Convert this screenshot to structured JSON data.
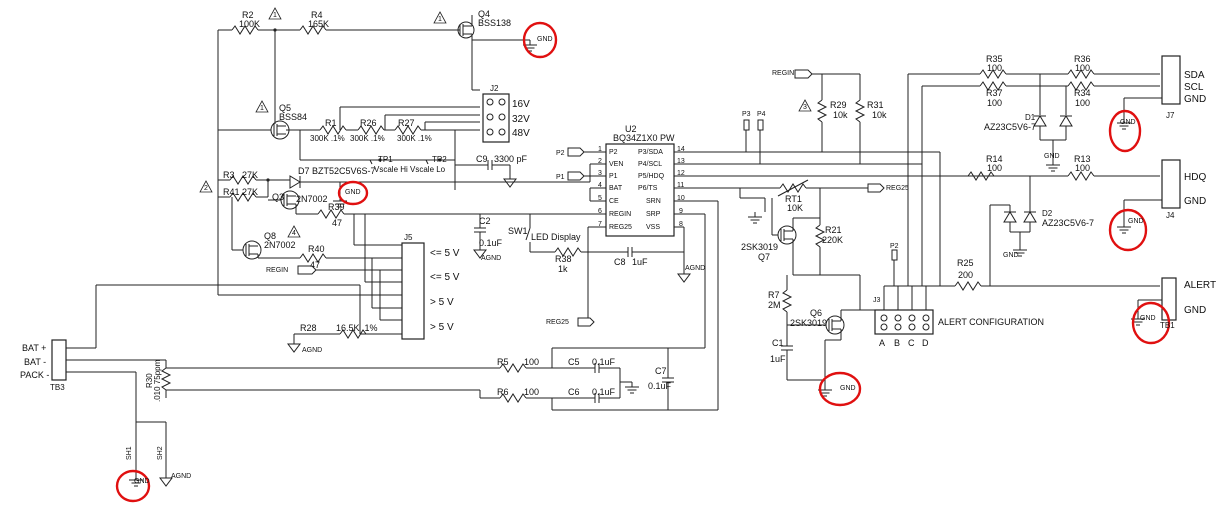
{
  "labels": {
    "r2": "R2",
    "r2v": "100K",
    "r4": "R4",
    "r4v": "165K",
    "q4": "Q4",
    "q4v": "BSS138",
    "q5": "Q5",
    "q5v": "BSS84",
    "r1": "R1",
    "r1v": "300K .1%",
    "r26": "R26",
    "r26v": "300K .1%",
    "r27": "R27",
    "r27v": "300K .1%",
    "j2": "J2",
    "v16": "16V",
    "v32": "32V",
    "v48": "48V",
    "r3": "R3",
    "r3v": "27K",
    "r41": "R41",
    "r41v": "27K",
    "d7": "D7",
    "d7v": "BZT52C5V6S-7",
    "tp1": "TP1",
    "tp1v": "Vscale Hi",
    "tp2": "TP2",
    "tp2v": "Vscale Lo",
    "c9": "C9",
    "c9v": "3300 pF",
    "q3": "Q3",
    "q3v": "2N7002",
    "r39": "R39",
    "r39v": "47",
    "q8": "Q8",
    "q8v": "2N7002",
    "r40": "R40",
    "r40v": "47",
    "regin1": "REGIN",
    "regin2": "REGIN",
    "j5": "J5",
    "j5l1": "<= 5 V",
    "j5l2": "<= 5 V",
    "j5l3": "> 5 V",
    "j5l4": "> 5 V",
    "r28": "R28",
    "r28v": "16.5K .1%",
    "agnd1": "AGND",
    "agnd2": "AGND",
    "agnd3": "AGND",
    "agnd4": "AGND",
    "c2": "C2",
    "c2v": "0.1uF",
    "sw1": "SW1",
    "led": "LED Display",
    "r38": "R38",
    "r38v": "1k",
    "c8": "C8",
    "c8v": "1uF",
    "u2": "U2",
    "u2v": "BQ34Z1X0 PW",
    "p2a": "P2",
    "p1": "P1",
    "p3": "P3",
    "p4": "P4",
    "p2b": "P2",
    "u2pins_left": [
      "P2",
      "VEN",
      "P1",
      "BAT",
      "CE",
      "REGIN",
      "REG25"
    ],
    "u2pins_right": [
      "P3/SDA",
      "P4/SCL",
      "P5/HDQ",
      "P6/TS",
      "SRN",
      "SRP",
      "VSS"
    ],
    "u2num_left": [
      "1",
      "2",
      "3",
      "4",
      "5",
      "6",
      "7"
    ],
    "u2num_right": [
      "14",
      "13",
      "12",
      "11",
      "10",
      "9",
      "8"
    ],
    "reg25a": "REG25",
    "reg25b": "REG25",
    "r29": "R29",
    "r29v": "10k",
    "r31": "R31",
    "r31v": "10k",
    "rt1": "RT1",
    "rt1v": "10K",
    "r21": "R21",
    "r21v": "220K",
    "q7": "Q7",
    "q7v": "2SK3019",
    "r7": "R7",
    "r7v": "2M",
    "c1": "C1",
    "c1v": "1uF",
    "q6": "Q6",
    "q6v": "2SK3019",
    "j3": "J3",
    "alertcfg": "ALERT CONFIGURATION",
    "j3cols": [
      "A",
      "B",
      "C",
      "D"
    ],
    "r25": "R25",
    "r25v": "200",
    "tb1": "TB1",
    "alert": "ALERT",
    "gndtb1": "GND",
    "r35": "R35",
    "r35v": "100",
    "r37": "R37",
    "r37v": "100",
    "r36": "R36",
    "r36v": "100",
    "r34": "R34",
    "r34v": "100",
    "d1": "D1",
    "d1v": "AZ23C5V6-7",
    "j7": "J7",
    "sda": "SDA",
    "scl": "SCL",
    "gnd7": "GND",
    "r14": "R14",
    "r14v": "100",
    "r13": "R13",
    "r13v": "100",
    "d2": "D2",
    "d2v": "AZ23C5V6-7",
    "j4": "J4",
    "hdq": "HDQ",
    "gnd4": "GND",
    "batp": "BAT +",
    "batm": "BAT -",
    "pack": "PACK -",
    "tb3": "TB3",
    "r30": "R30",
    "r30v": ".010 75ppm",
    "r5": "R5",
    "r5v": "100",
    "r6": "R6",
    "r6v": "100",
    "c5": "C5",
    "c5v": "0.1uF",
    "c6": "C6",
    "c6v": "0.1uF",
    "c7": "C7",
    "c7v": "0.1uF",
    "sh1": "SH1",
    "sh2": "SH2",
    "warn": "1",
    "warn2": "2",
    "warn3": "3",
    "warn4": "4",
    "gnd": "GND"
  },
  "colors": {
    "wire": "#222222",
    "highlight": "#e01010",
    "background": "#ffffff"
  },
  "icons": [
    "ground-icon",
    "warning-triangle-icon",
    "mosfet-icon",
    "resistor-icon",
    "capacitor-icon",
    "diode-icon"
  ]
}
